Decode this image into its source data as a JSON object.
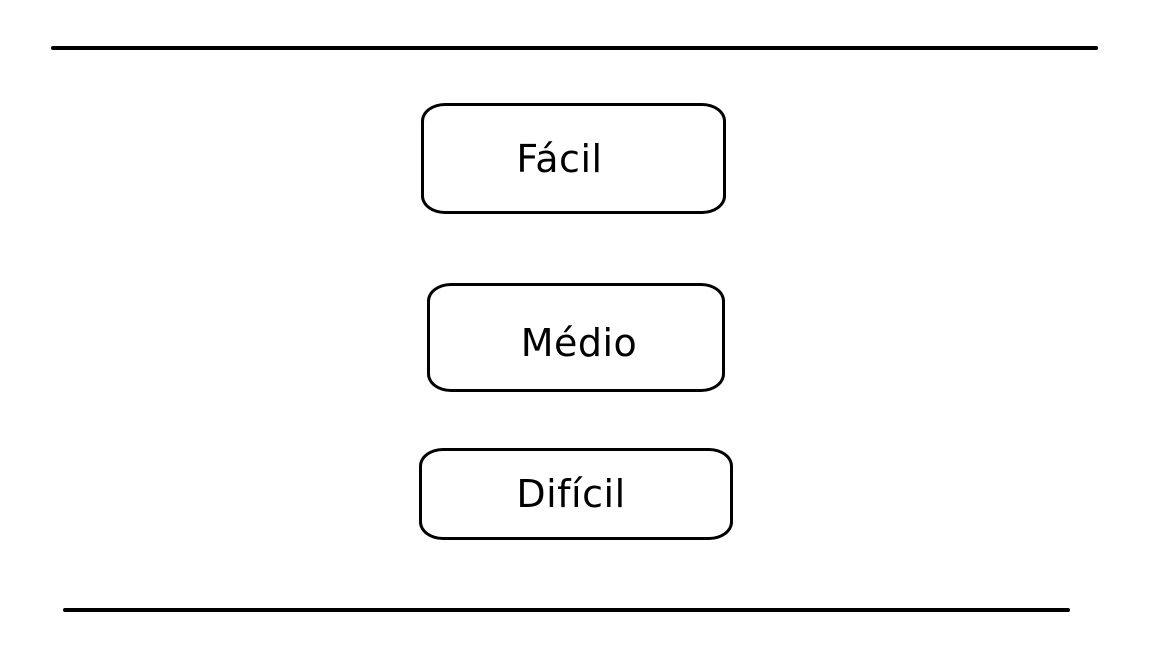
{
  "menu": {
    "buttons": [
      {
        "id": "easy",
        "label": "Fácil"
      },
      {
        "id": "medium",
        "label": "Médio"
      },
      {
        "id": "hard",
        "label": "Difícil"
      }
    ]
  },
  "colors": {
    "background": "#ffffff",
    "stroke": "#000000",
    "text": "#000000"
  }
}
